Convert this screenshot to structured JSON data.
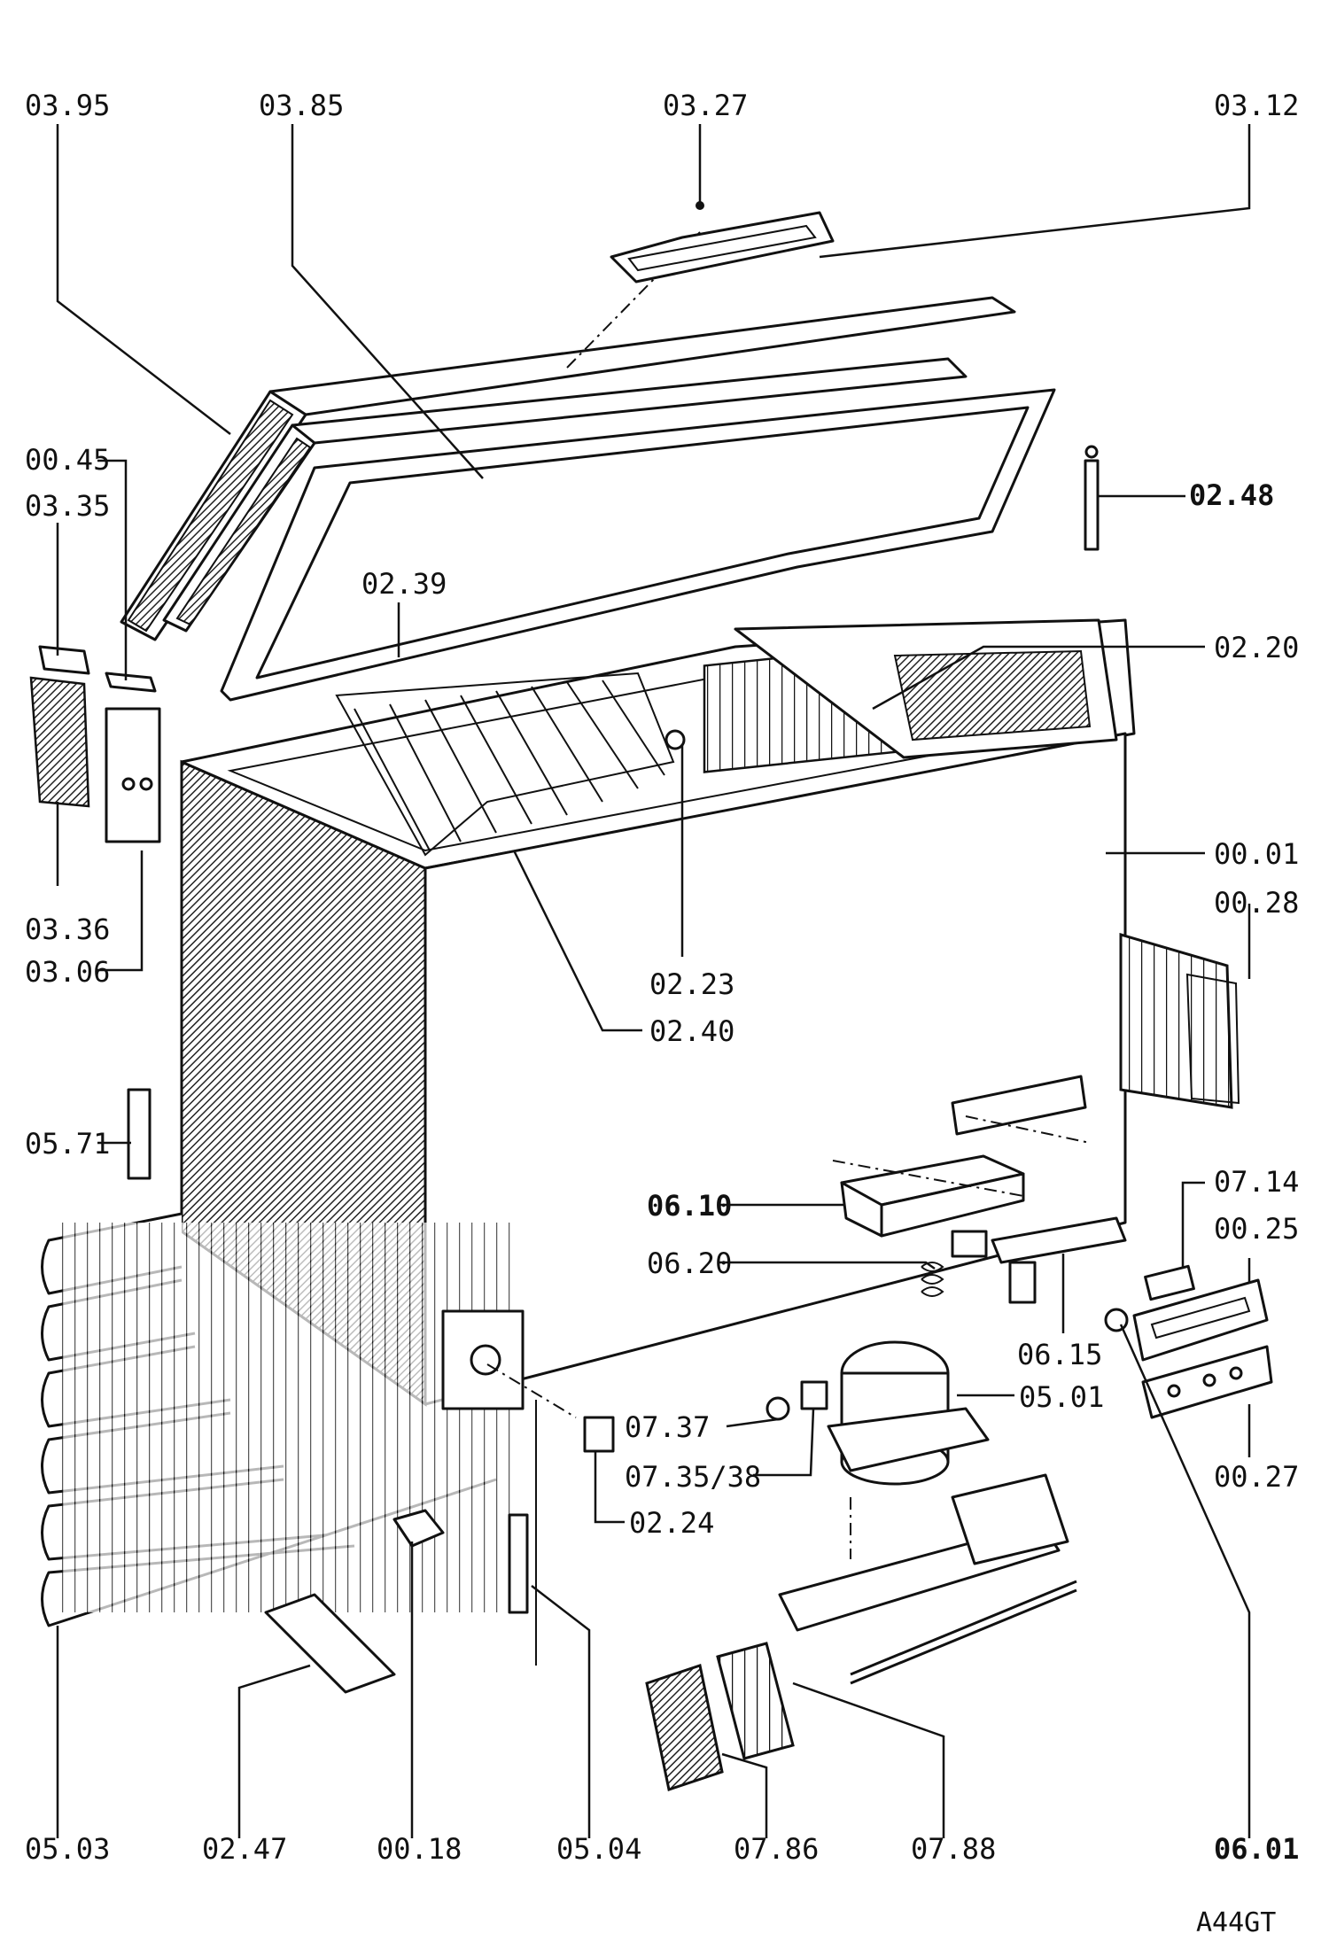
{
  "diagram": {
    "reference_code": "A44GT",
    "labels": {
      "l_0395": "03.95",
      "l_0385": "03.85",
      "l_0327": "03.27",
      "l_0312": "03.12",
      "l_0045": "00.45",
      "l_0335": "03.35",
      "l_0248": "02.48",
      "l_0239": "02.39",
      "l_0220": "02.20",
      "l_0001": "00.01",
      "l_0028": "00.28",
      "l_0336": "03.36",
      "l_0306": "03.06",
      "l_0223": "02.23",
      "l_0240": "02.40",
      "l_0571": "05.71",
      "l_0610": "06.10",
      "l_0714": "07.14",
      "l_0025": "00.25",
      "l_0620": "06.20",
      "l_0615": "06.15",
      "l_0501": "05.01",
      "l_0737": "07.37",
      "l_07358": "07.35/38",
      "l_0224": "02.24",
      "l_0027": "00.27",
      "l_0503": "05.03",
      "l_0247": "02.47",
      "l_0018": "00.18",
      "l_0504": "05.04",
      "l_0786": "07.86",
      "l_0788": "07.88",
      "l_0601": "06.01"
    }
  }
}
